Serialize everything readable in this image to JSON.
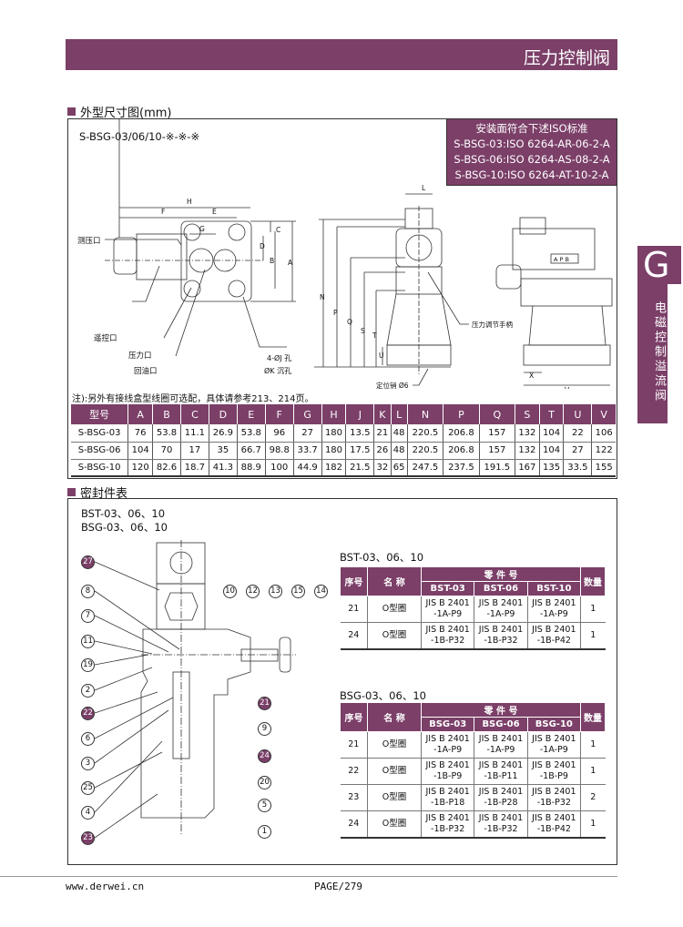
{
  "header": {
    "title": "压力控制阀"
  },
  "side_tab": {
    "letter": "G",
    "label": "电磁控制溢流阀"
  },
  "section1": {
    "title": "外型尺寸图(mm)",
    "model": "S-BSG-03/06/10-※-※-※",
    "iso": [
      "安装面符合下述ISO标准",
      "S-BSG-03:ISO 6264-AR-06-2-A",
      "S-BSG-06:ISO 6264-AS-08-2-A",
      "S-BSG-10:ISO 6264-AT-10-2-A"
    ],
    "labels": {
      "gauge": "测压口",
      "remote": "遥控口",
      "pressure": "压力口",
      "return": "回油口",
      "holes": "4-ØJ 孔",
      "counterbore": "ØK 沉孔",
      "handle": "压力调节手柄",
      "pin": "定位销 Ø6",
      "plate": "A P B"
    },
    "dims": [
      "H",
      "F",
      "E",
      "G",
      "C",
      "D",
      "B",
      "A",
      "N",
      "P",
      "Q",
      "S",
      "T",
      "U",
      "L",
      "X",
      "V"
    ],
    "note": "注):另外有接线盒型线圈可选配，具体请参考213、214页。",
    "table": {
      "headers": [
        "型号",
        "A",
        "B",
        "C",
        "D",
        "E",
        "F",
        "G",
        "H",
        "J",
        "K",
        "L",
        "N",
        "P",
        "Q",
        "S",
        "T",
        "U",
        "V"
      ],
      "rows": [
        [
          "S-BSG-03",
          "76",
          "53.8",
          "11.1",
          "26.9",
          "53.8",
          "96",
          "27",
          "180",
          "13.5",
          "21",
          "48",
          "220.5",
          "206.8",
          "157",
          "132",
          "104",
          "22",
          "106"
        ],
        [
          "S-BSG-06",
          "104",
          "70",
          "17",
          "35",
          "66.7",
          "98.8",
          "33.7",
          "180",
          "17.5",
          "26",
          "48",
          "220.5",
          "206.8",
          "157",
          "132",
          "104",
          "27",
          "122"
        ],
        [
          "S-BSG-10",
          "120",
          "82.6",
          "18.7",
          "41.3",
          "88.9",
          "100",
          "44.9",
          "182",
          "21.5",
          "32",
          "65",
          "247.5",
          "237.5",
          "191.5",
          "167",
          "135",
          "33.5",
          "155"
        ]
      ]
    }
  },
  "section2": {
    "title": "密封件表",
    "models": [
      "BST-03、06、10",
      "BSG-03、06、10"
    ],
    "callouts_left": [
      "27",
      "8",
      "7",
      "11",
      "19",
      "2",
      "22",
      "6",
      "3",
      "25",
      "4",
      "23"
    ],
    "callouts_top": [
      "10",
      "12",
      "13",
      "15",
      "14"
    ],
    "callouts_right": [
      "21",
      "9",
      "24",
      "20",
      "5",
      "1"
    ],
    "highlight": [
      "27",
      "22",
      "23",
      "21",
      "24"
    ],
    "bst": {
      "title": "BST-03、06、10",
      "h_no": "序号",
      "h_name": "名 称",
      "h_part": "零 件 号",
      "h_qty": "数量",
      "models": [
        "BST-03",
        "BST-06",
        "BST-10"
      ],
      "rows": [
        {
          "no": "21",
          "name": "O型圈",
          "parts": [
            "JIS B 2401\n-1A-P9",
            "JIS B 2401\n-1A-P9",
            "JIS B 2401\n-1A-P9"
          ],
          "qty": "1"
        },
        {
          "no": "24",
          "name": "O型圈",
          "parts": [
            "JIS B 2401\n-1B-P32",
            "JIS B 2401\n-1B-P32",
            "JIS B 2401\n-1B-P42"
          ],
          "qty": "1"
        }
      ]
    },
    "bsg": {
      "title": "BSG-03、06、10",
      "h_no": "序号",
      "h_name": "名 称",
      "h_part": "零 件 号",
      "h_qty": "数量",
      "models": [
        "BSG-03",
        "BSG-06",
        "BSG-10"
      ],
      "rows": [
        {
          "no": "21",
          "name": "O型圈",
          "parts": [
            "JIS B 2401\n-1A-P9",
            "JIS B 2401\n-1A-P9",
            "JIS B 2401\n-1A-P9"
          ],
          "qty": "1"
        },
        {
          "no": "22",
          "name": "O型圈",
          "parts": [
            "JIS B 2401\n-1B-P9",
            "JIS B 2401\n-1B-P11",
            "JIS B 2401\n-1B-P9"
          ],
          "qty": "1"
        },
        {
          "no": "23",
          "name": "O型圈",
          "parts": [
            "JIS B 2401\n-1B-P18",
            "JIS B 2401\n-1B-P28",
            "JIS B 2401\n-1B-P32"
          ],
          "qty": "2"
        },
        {
          "no": "24",
          "name": "O型圈",
          "parts": [
            "JIS B 2401\n-1B-P32",
            "JIS B 2401\n-1B-P32",
            "JIS B 2401\n-1B-P42"
          ],
          "qty": "1"
        }
      ]
    }
  },
  "footer": {
    "url": "www.derwei.cn",
    "page": "PAGE/279"
  },
  "colors": {
    "accent": "#7b3f68"
  }
}
